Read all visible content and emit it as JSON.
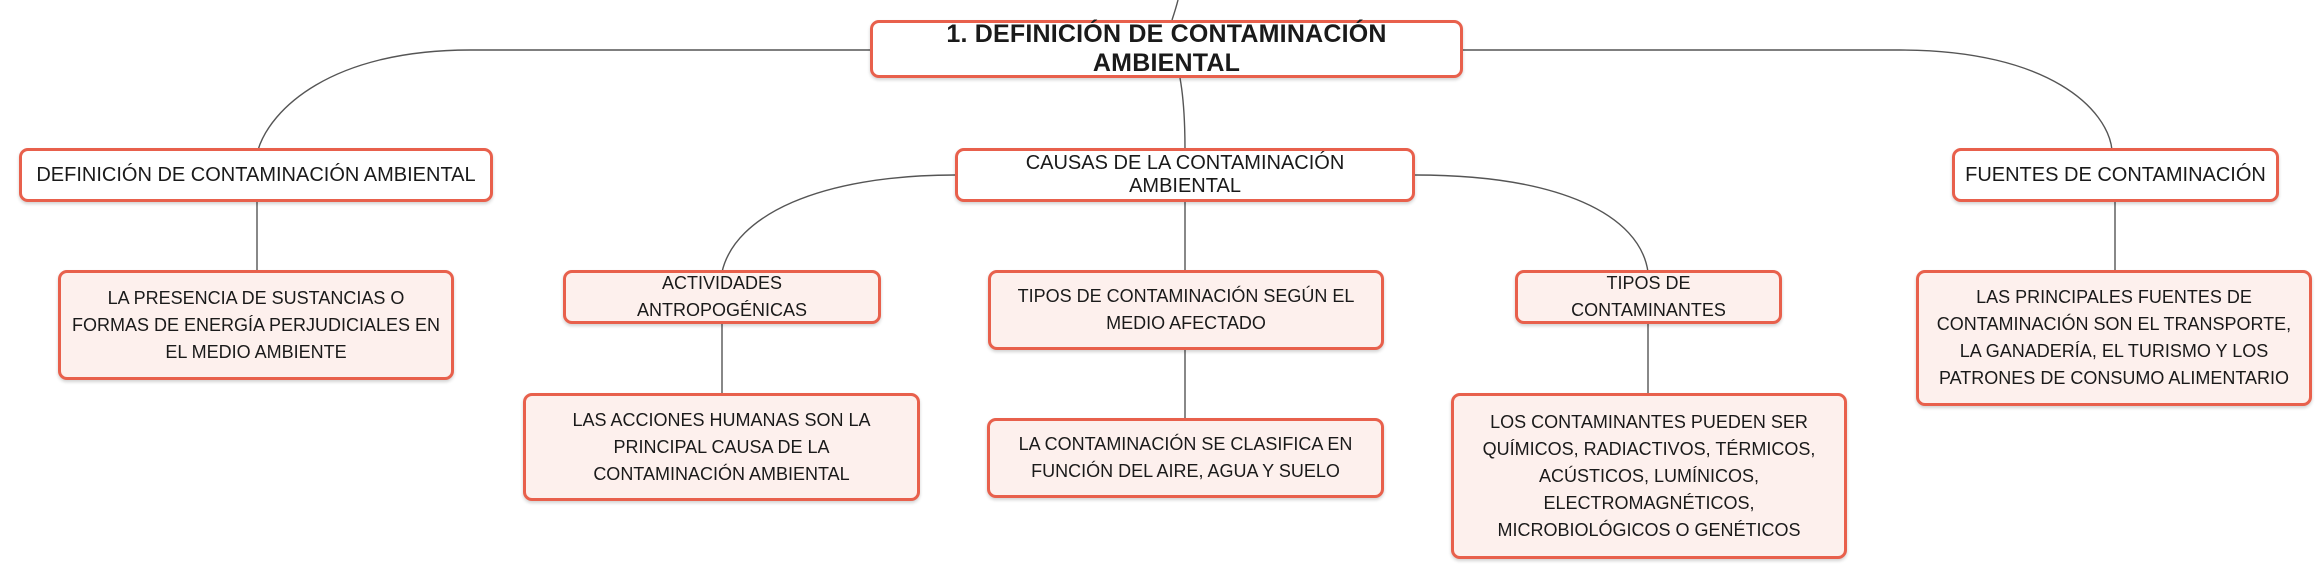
{
  "colors": {
    "border": "#e8604c",
    "detail_fill": "#fdf0ed",
    "topic_fill": "#ffffff",
    "connector": "#555555"
  },
  "root": {
    "label": "1. DEFINICIÓN DE CONTAMINACIÓN AMBIENTAL"
  },
  "topics": [
    {
      "label": "DEFINICIÓN DE CONTAMINACIÓN AMBIENTAL",
      "detail": "LA PRESENCIA DE SUSTANCIAS O FORMAS DE ENERGÍA PERJUDICIALES EN EL MEDIO AMBIENTE"
    },
    {
      "label": "CAUSAS DE LA CONTAMINACIÓN AMBIENTAL",
      "subtopics": [
        {
          "label": "ACTIVIDADES ANTROPOGÉNICAS",
          "detail": "LAS ACCIONES HUMANAS SON LA PRINCIPAL CAUSA DE LA CONTAMINACIÓN AMBIENTAL"
        },
        {
          "label": "TIPOS DE CONTAMINACIÓN SEGÚN EL MEDIO AFECTADO",
          "detail": "LA CONTAMINACIÓN SE CLASIFICA EN FUNCIÓN DEL AIRE, AGUA Y SUELO"
        },
        {
          "label": "TIPOS DE CONTAMINANTES",
          "detail": "LOS CONTAMINANTES PUEDEN SER QUÍMICOS, RADIACTIVOS, TÉRMICOS, ACÚSTICOS, LUMÍNICOS, ELECTROMAGNÉTICOS, MICROBIOLÓGICOS O GENÉTICOS"
        }
      ]
    },
    {
      "label": "FUENTES DE CONTAMINACIÓN",
      "detail": "LAS PRINCIPALES FUENTES DE CONTAMINACIÓN SON EL TRANSPORTE, LA GANADERÍA, EL TURISMO Y LOS PATRONES DE CONSUMO ALIMENTARIO"
    }
  ]
}
